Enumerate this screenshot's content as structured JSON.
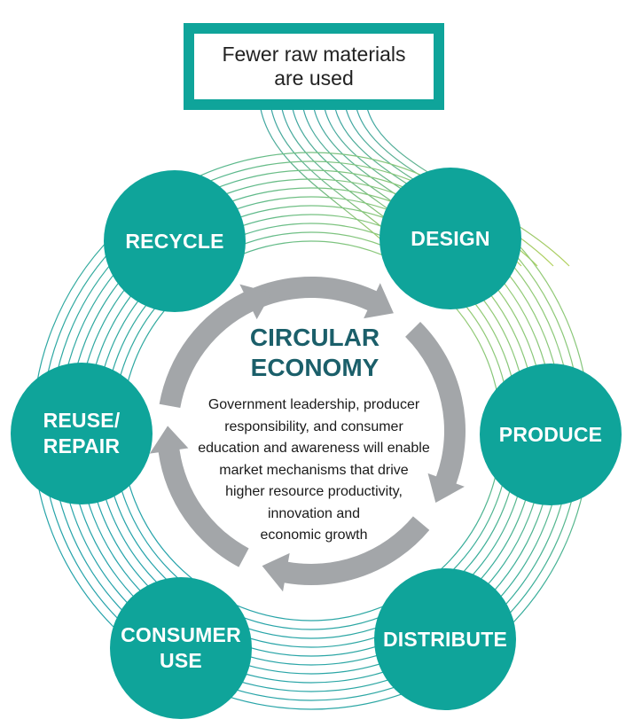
{
  "header_box": {
    "text": "Fewer raw materials\nare used"
  },
  "center": {
    "title": "CIRCULAR\nECONOMY",
    "body": "Government leadership, producer\nresponsibility, and consumer\neducation and awareness will enable\nmarket mechanisms that drive\nhigher resource productivity,\ninnovation and\neconomic growth"
  },
  "stages": {
    "recycle": "RECYCLE",
    "design": "DESIGN",
    "produce": "PRODUCE",
    "distribute": "DISTRIBUTE",
    "consumer_use": "CONSUMER\nUSE",
    "reuse_repair": "REUSE/\nREPAIR"
  },
  "colors": {
    "node_fill": "#0fa49a",
    "ring_teal": "#2aa7a6",
    "ring_green": "#b6d45a",
    "arrow_gray": "#a3a6a9",
    "title_color": "#1b5f6a"
  }
}
